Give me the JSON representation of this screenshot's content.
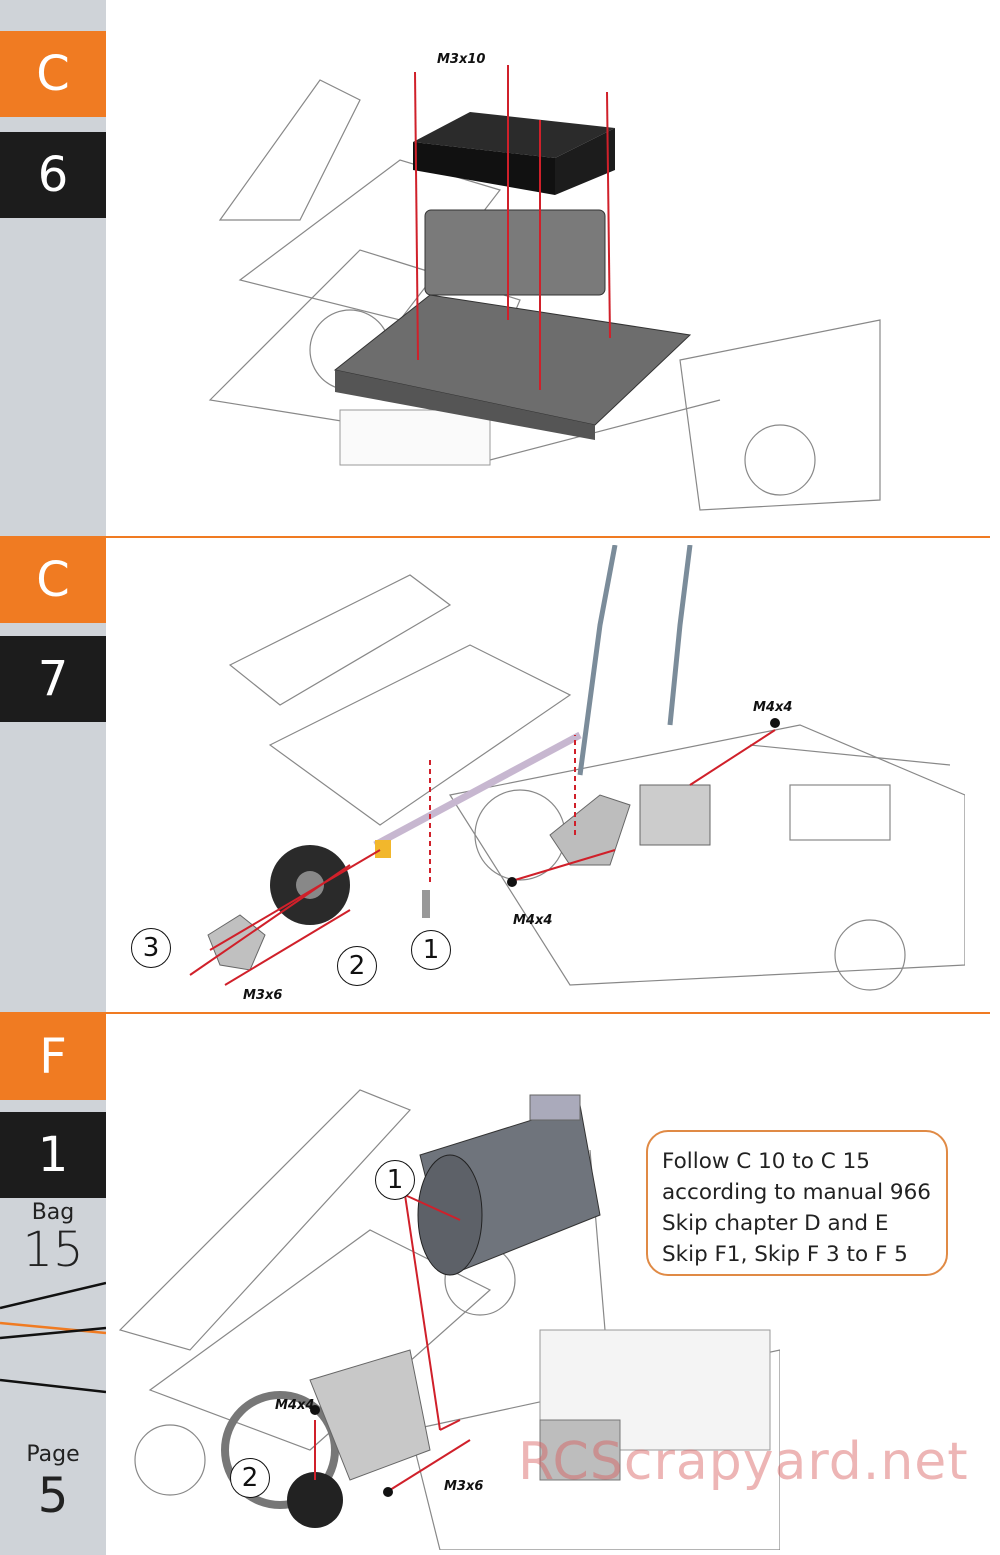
{
  "sidebar": {
    "steps": [
      {
        "letter": "C",
        "number": "6"
      },
      {
        "letter": "C",
        "number": "7"
      },
      {
        "letter": "F",
        "number": "1"
      }
    ],
    "bag_label": "Bag",
    "bag_number": "15",
    "page_label": "Page",
    "page_number": "5"
  },
  "step_c6": {
    "screw_label": "M3x10"
  },
  "step_c7": {
    "screw_labels": [
      "M4x4",
      "M4x4",
      "M3x6"
    ],
    "part_numbers": [
      "1",
      "2",
      "3"
    ]
  },
  "step_f1": {
    "screw_labels": [
      "M4x4",
      "M3x6"
    ],
    "part_numbers": [
      "1",
      "2"
    ],
    "note_lines": [
      "Follow C 10 to C 15",
      "according to manual 966",
      "Skip chapter D and E",
      "Skip F1, Skip F 3 to F 5"
    ]
  },
  "watermark": "RCScrapyard.net",
  "colors": {
    "accent": "#f07b22",
    "dark": "#1c1c1c",
    "sidebar": "#cfd3d8",
    "guide_line": "#d0202a"
  }
}
